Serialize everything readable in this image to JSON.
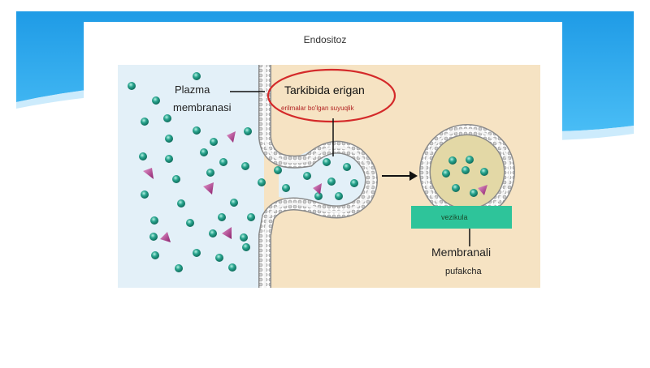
{
  "title": "Endositoz",
  "labels": {
    "plasma_line1": "Plazma",
    "plasma_line2": "membranasi",
    "content_line1": "Tarkibida erigan",
    "content_line2": "erilmalar bo'lgan suyuqlik",
    "vesicle_tag": "vezikula",
    "membrane_line1": "Membranali",
    "membrane_line2": "pufakcha"
  },
  "colors": {
    "slide_blue": "#2aa8ee",
    "left_bg": "#e3f0f8",
    "right_bg": "#f6e3c3",
    "particle": "#2aa58f",
    "triangle": "#b0338a",
    "highlight_ellipse": "#d42a2a",
    "vesicle_tag": "#2ec49a"
  }
}
